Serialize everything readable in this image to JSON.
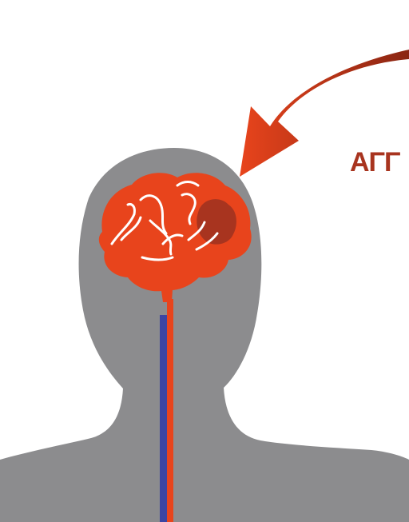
{
  "label": {
    "text": "ΑΓΓ"
  },
  "colors": {
    "silhouette": "#8c8c8e",
    "brain": "#e8441c",
    "brain_dark": "#a8341f",
    "vein": "#3b45a2",
    "artery": "#e8441c",
    "arrow": "#d63a14",
    "label": "#a8341f"
  },
  "icons": [
    "head-silhouette",
    "brain",
    "curved-arrow"
  ]
}
